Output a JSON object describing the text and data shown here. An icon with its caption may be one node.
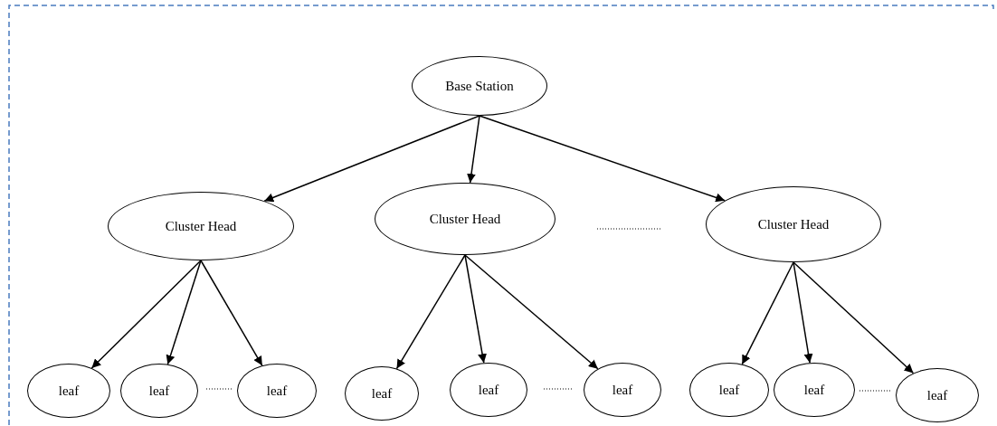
{
  "diagram": {
    "nodes": [
      {
        "text": [
          "Base Station"
        ]
      },
      {
        "text": [
          "Cluster Head"
        ]
      },
      {
        "text": [
          "Cluster Head"
        ]
      },
      {
        "text": [
          "Cluster Head"
        ]
      },
      {
        "text": [
          "leaf"
        ]
      },
      {
        "text": [
          "leaf"
        ]
      },
      {
        "text": [
          "leaf"
        ]
      },
      {
        "text": [
          "leaf"
        ]
      },
      {
        "text": [
          "leaf"
        ]
      },
      {
        "text": [
          "leaf"
        ]
      },
      {
        "text": [
          "leaf"
        ]
      },
      {
        "text": [
          "leaf"
        ]
      },
      {
        "text": [
          "leaf"
        ]
      }
    ],
    "edges": [
      {
        "from": 0,
        "to": 1,
        "arrow": "to"
      },
      {
        "from": 0,
        "to": 2,
        "arrow": "to"
      },
      {
        "from": 0,
        "to": 3,
        "arrow": "to"
      },
      {
        "from": 1,
        "to": 4,
        "arrow": "to"
      },
      {
        "from": 1,
        "to": 5,
        "arrow": "to"
      },
      {
        "from": 1,
        "to": 6,
        "arrow": "to"
      },
      {
        "from": 2,
        "to": 7,
        "arrow": "to"
      },
      {
        "from": 2,
        "to": 8,
        "arrow": "to"
      },
      {
        "from": 2,
        "to": 9,
        "arrow": "to"
      },
      {
        "from": 3,
        "to": 10,
        "arrow": "to"
      },
      {
        "from": 3,
        "to": 11,
        "arrow": "to"
      },
      {
        "from": 3,
        "to": 12,
        "arrow": "to"
      }
    ]
  }
}
